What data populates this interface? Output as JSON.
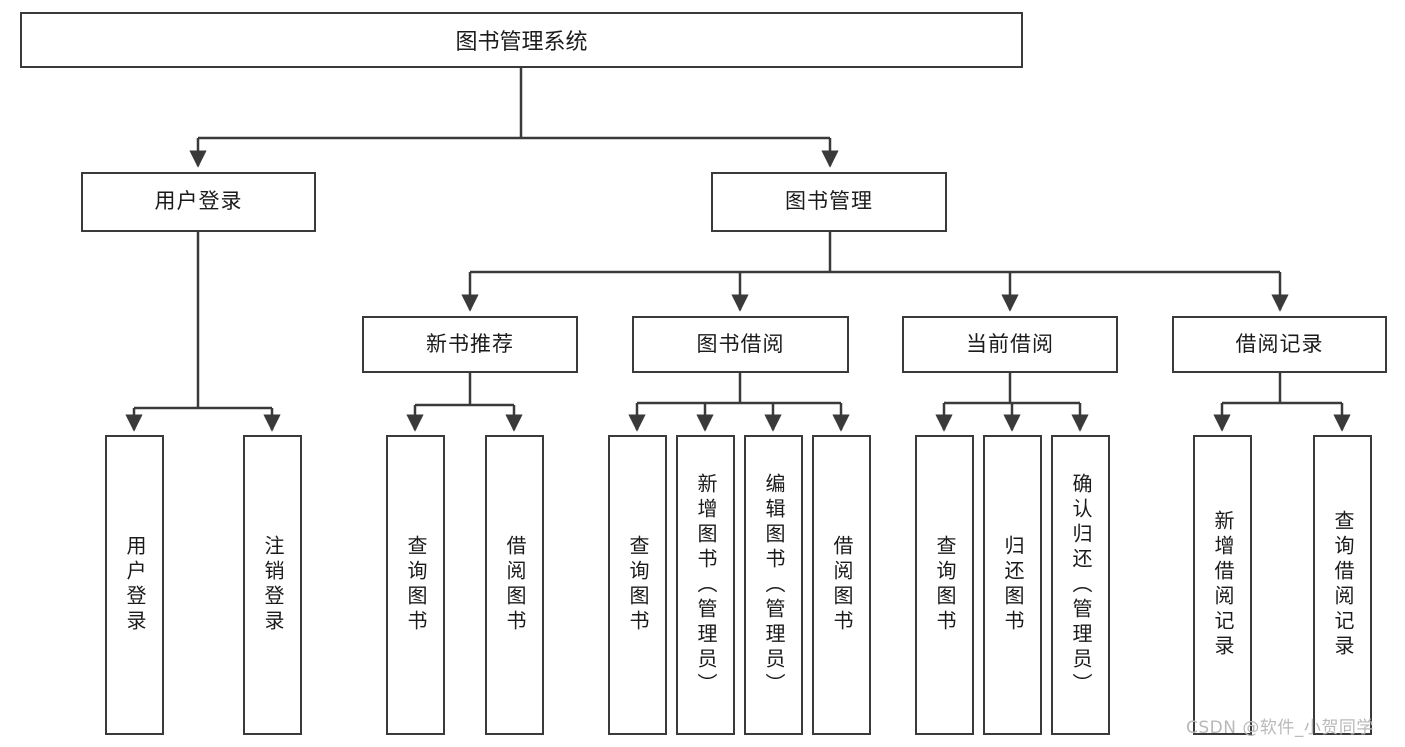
{
  "diagram": {
    "title": "图书管理系统",
    "type": "hierarchy-tree",
    "watermark": "CSDN @软件_小贺同学",
    "colors": {
      "stroke": "#3a3a3a",
      "fill": "#ffffff",
      "text": "#1b1b1b",
      "watermark": "#b9b9b9"
    },
    "nodes": {
      "root": {
        "label": "图书管理系统"
      },
      "level2": [
        {
          "label": "用户登录"
        },
        {
          "label": "图书管理"
        }
      ],
      "level3": [
        {
          "label": "新书推荐"
        },
        {
          "label": "图书借阅"
        },
        {
          "label": "当前借阅"
        },
        {
          "label": "借阅记录"
        }
      ],
      "leaves": {
        "user_login": [
          {
            "label": "用户登录"
          },
          {
            "label": "注销登录"
          }
        ],
        "new_book_recommend": [
          {
            "label": "查询图书"
          },
          {
            "label": "借阅图书"
          }
        ],
        "book_borrow": [
          {
            "label": "查询图书"
          },
          {
            "label": "新增图书（管理员）"
          },
          {
            "label": "编辑图书（管理员）"
          },
          {
            "label": "借阅图书"
          }
        ],
        "current_borrow": [
          {
            "label": "查询图书"
          },
          {
            "label": "归还图书"
          },
          {
            "label": "确认归还（管理员）"
          }
        ],
        "borrow_record": [
          {
            "label": "新增借阅记录"
          },
          {
            "label": "查询借阅记录"
          }
        ]
      }
    }
  }
}
